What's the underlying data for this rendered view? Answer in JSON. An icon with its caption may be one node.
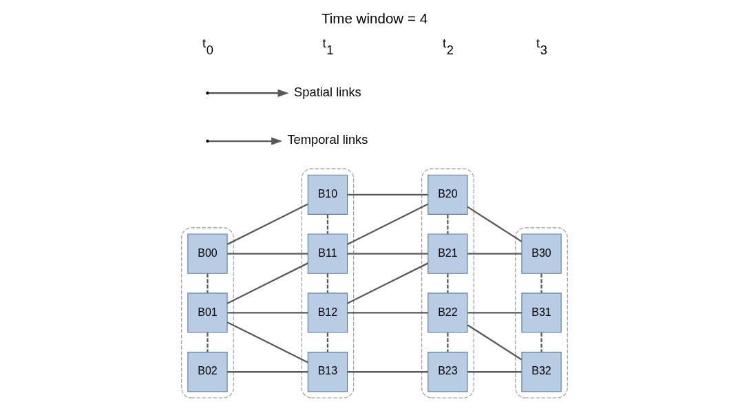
{
  "diagram": {
    "title": "Time window = 4",
    "nodes": [
      {
        "text": [],
        "shape": "ellipse"
      },
      {
        "text": [
          "B00"
        ],
        "in": 0
      },
      {
        "text": [
          "B01"
        ],
        "in": 0
      },
      {
        "text": [
          "B02"
        ],
        "in": 0
      },
      {
        "text": [],
        "shape": "ellipse"
      },
      {
        "text": [
          "B10"
        ],
        "in": 4
      },
      {
        "text": [
          "B11"
        ],
        "in": 4
      },
      {
        "text": [
          "B12"
        ],
        "in": 4
      },
      {
        "text": [
          "B13"
        ],
        "in": 4
      },
      {
        "text": [],
        "shape": "ellipse"
      },
      {
        "text": [
          "B20"
        ],
        "in": 9
      },
      {
        "text": [
          "B21"
        ],
        "in": 9
      },
      {
        "text": [
          "B22"
        ],
        "in": 9
      },
      {
        "text": [
          "B23"
        ],
        "in": 9
      },
      {
        "text": [],
        "shape": "ellipse"
      },
      {
        "text": [
          "B30"
        ],
        "in": 14
      },
      {
        "text": [
          "B31"
        ],
        "in": 14
      },
      {
        "text": [
          "B32"
        ],
        "in": 14
      },
      {
        "text": [
          "Temporal links"
        ]
      },
      {
        "text": [
          "Spatial links"
        ]
      }
    ],
    "edges": [
      {
        "from": 1,
        "to": 2,
        "arrow": "none",
        "style": "dashed"
      },
      {
        "from": 2,
        "to": 3,
        "arrow": "none",
        "style": "dashed"
      },
      {
        "from": 5,
        "to": 6,
        "arrow": "none",
        "style": "dashed"
      },
      {
        "from": 6,
        "to": 7,
        "arrow": "none",
        "style": "dashed"
      },
      {
        "from": 7,
        "to": 8,
        "arrow": "none",
        "style": "dashed"
      },
      {
        "from": 10,
        "to": 11,
        "arrow": "none",
        "style": "dashed"
      },
      {
        "from": 11,
        "to": 12,
        "arrow": "none",
        "style": "dashed"
      },
      {
        "from": 12,
        "to": 13,
        "arrow": "none",
        "style": "dashed"
      },
      {
        "from": 15,
        "to": 16,
        "arrow": "none",
        "style": "dashed"
      },
      {
        "from": 16,
        "to": 17,
        "arrow": "none",
        "style": "dashed"
      },
      {
        "from": 1,
        "to": 5,
        "arrow": "none"
      },
      {
        "from": 1,
        "to": 6,
        "arrow": "none"
      },
      {
        "from": 2,
        "to": 6,
        "arrow": "none"
      },
      {
        "from": 2,
        "to": 7,
        "arrow": "none"
      },
      {
        "from": 2,
        "to": 8,
        "arrow": "none"
      },
      {
        "from": 3,
        "to": 8,
        "arrow": "none"
      },
      {
        "from": 5,
        "to": 10,
        "arrow": "none"
      },
      {
        "from": 6,
        "to": 10,
        "arrow": "none"
      },
      {
        "from": 6,
        "to": 11,
        "arrow": "none"
      },
      {
        "from": 7,
        "to": 11,
        "arrow": "none"
      },
      {
        "from": 7,
        "to": 12,
        "arrow": "none"
      },
      {
        "from": 8,
        "to": 13,
        "arrow": "none"
      },
      {
        "from": 10,
        "to": 15,
        "arrow": "none"
      },
      {
        "from": 11,
        "to": 15,
        "arrow": "none"
      },
      {
        "from": 12,
        "to": 16,
        "arrow": "none"
      },
      {
        "from": 12,
        "to": 17,
        "arrow": "none"
      },
      {
        "from": 13,
        "to": 17,
        "arrow": "none"
      },
      {
        "from": null,
        "to": 18,
        "arrow": "to"
      },
      {
        "from": null,
        "to": 19,
        "arrow": "to"
      }
    ],
    "labels": [
      "t$_{0}$",
      "t$_{1}$",
      "t$_{2}$",
      "t$_{3}$"
    ]
  }
}
